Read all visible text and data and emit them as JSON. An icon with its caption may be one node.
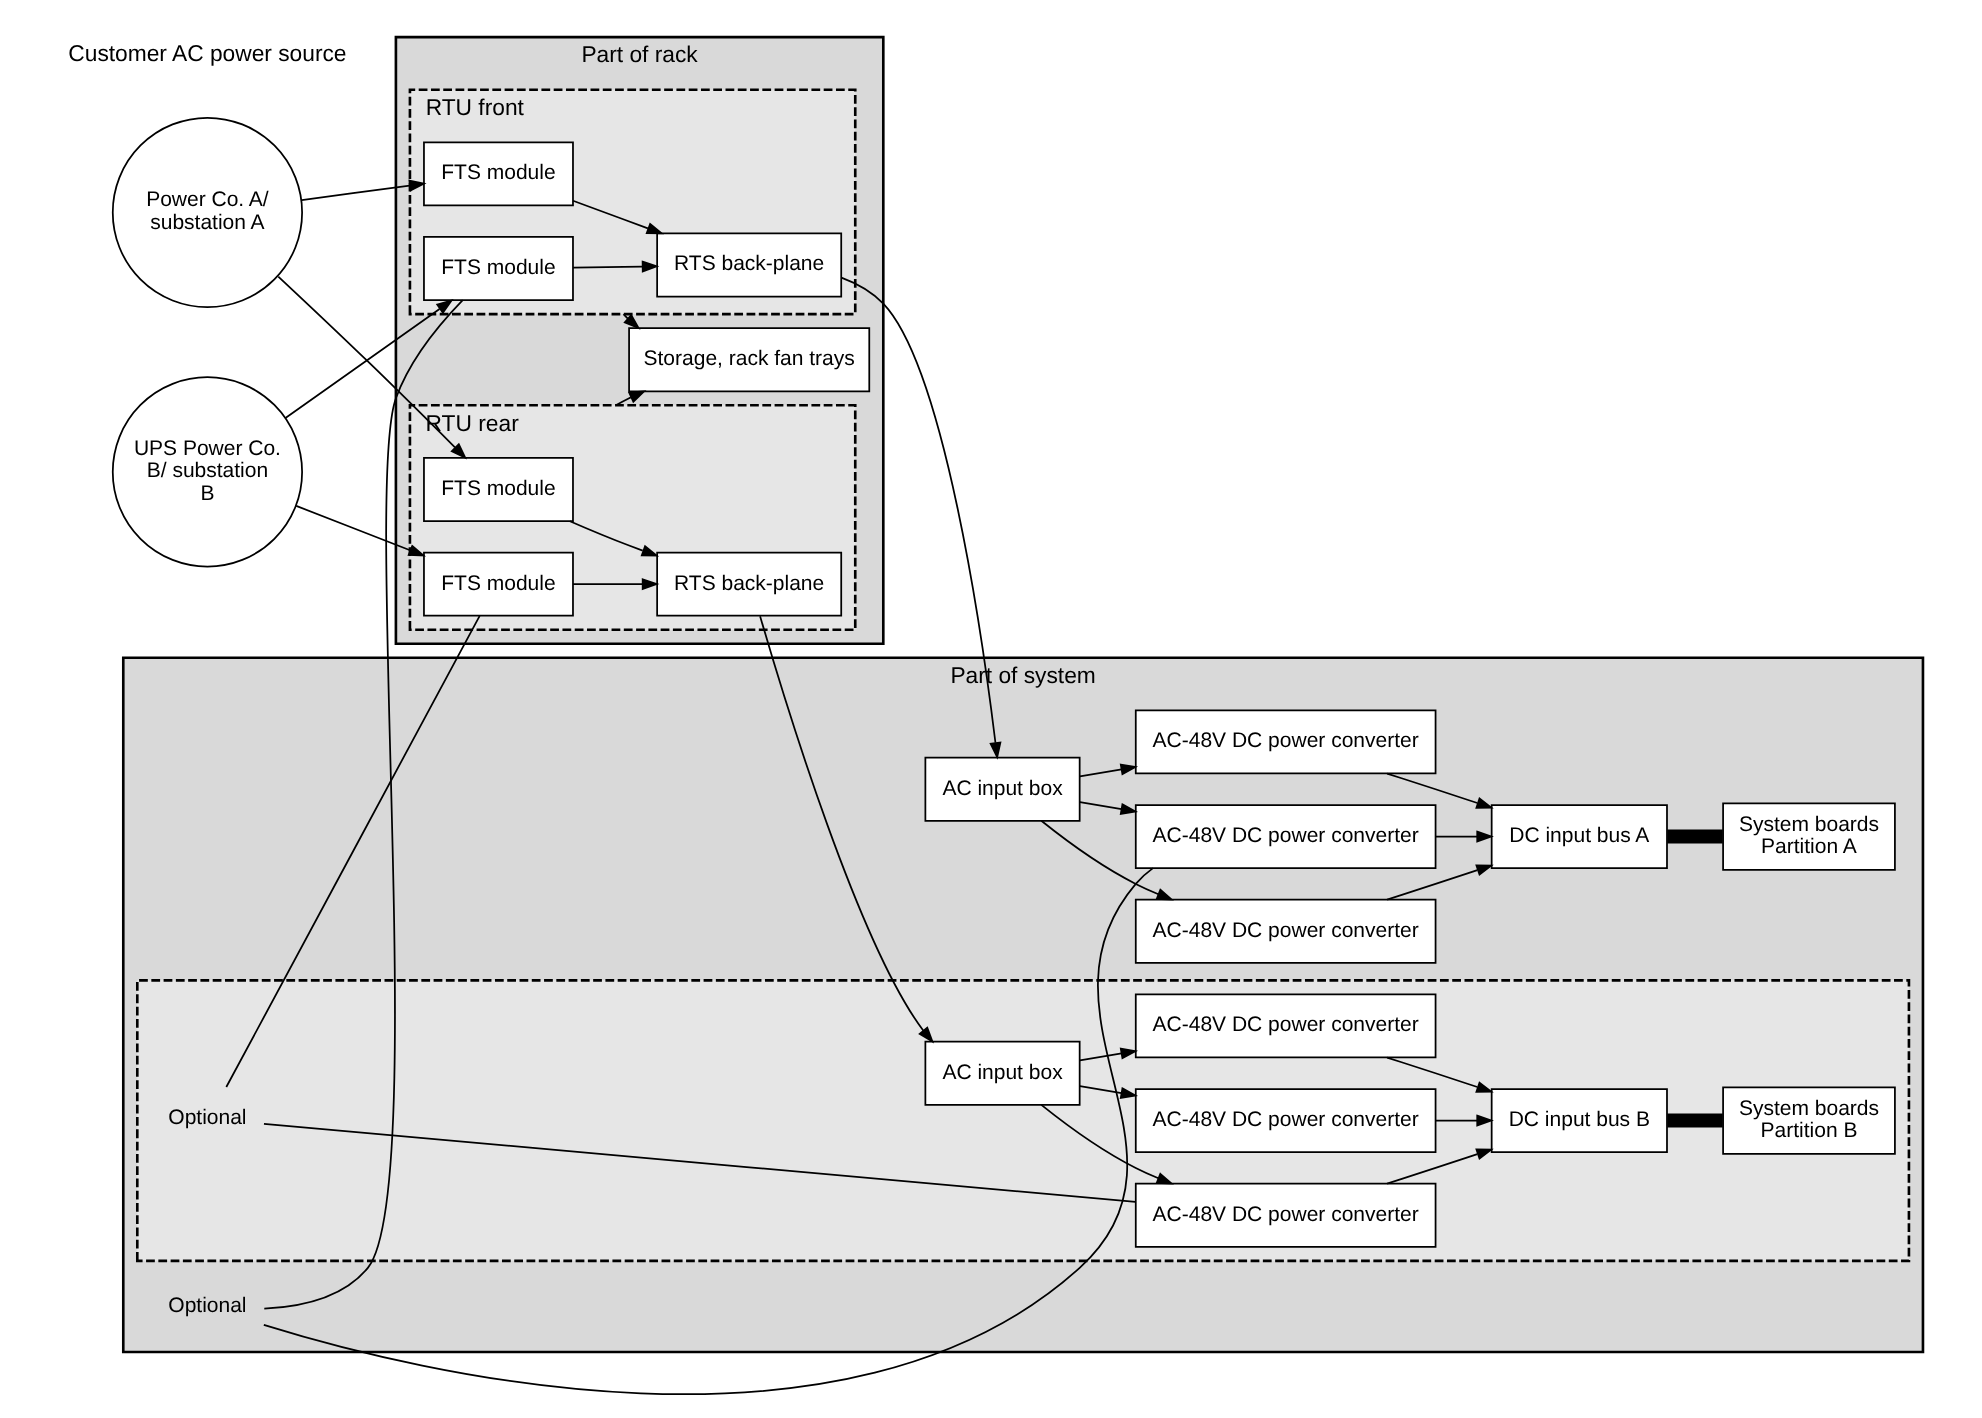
{
  "diagram": {
    "nodes": [
      {
        "text": [
          "Power Co. A/ substation A"
        ]
      },
      {
        "text": [
          "UPS Power Co. B/ substation B"
        ]
      },
      {
        "text": [
          "Part of rack"
        ]
      },
      {
        "text": [
          "RTU front"
        ],
        "in": 2
      },
      {
        "text": [
          "FTS module"
        ],
        "in": 3
      },
      {
        "text": [
          "FTS module"
        ],
        "in": 3
      },
      {
        "text": [
          "RTS back-plane"
        ],
        "in": 3
      },
      {
        "text": [
          "Storage, rack fan trays"
        ],
        "in": 2
      },
      {
        "text": [
          "RTU rear"
        ],
        "in": 2
      },
      {
        "text": [
          "FTS module"
        ],
        "in": 8
      },
      {
        "text": [
          "FTS module"
        ],
        "in": 8
      },
      {
        "text": [
          "RTS back-plane"
        ],
        "in": 8
      },
      {
        "text": [
          "Part of system"
        ]
      },
      {
        "text": [
          "AC input box"
        ],
        "in": 12
      },
      {
        "text": [
          "AC-48V DC power converter"
        ],
        "in": 12
      },
      {
        "text": [
          "AC-48V DC power converter"
        ],
        "in": 12
      },
      {
        "text": [
          "AC-48V DC power converter"
        ],
        "in": 12
      },
      {
        "text": [
          "DC input bus A"
        ],
        "in": 12
      },
      {
        "text": [
          "System boards",
          "Partition A"
        ],
        "in": 12
      },
      {
        "text": [],
        "shape": "box",
        "in": 12
      },
      {
        "text": [
          "AC input box"
        ],
        "in": 19
      },
      {
        "text": [
          "AC-48V DC power converter"
        ],
        "in": 19
      },
      {
        "text": [
          "AC-48V DC power converter"
        ],
        "in": 19
      },
      {
        "text": [
          "AC-48V DC power converter"
        ],
        "in": 19
      },
      {
        "text": [
          "DC input bus B"
        ],
        "in": 19
      },
      {
        "text": [
          "System boards",
          "Partition B"
        ],
        "in": 19
      },
      {
        "text": [
          "Optional"
        ],
        "in": 12
      },
      {
        "text": [
          "Optional"
        ],
        "in": 19
      }
    ],
    "edges": [
      {
        "from": 0,
        "to": 4,
        "arrow": "to"
      },
      {
        "from": 0,
        "to": 9,
        "arrow": "to"
      },
      {
        "from": 1,
        "to": 5,
        "arrow": "to"
      },
      {
        "from": 1,
        "to": 10,
        "arrow": "to"
      },
      {
        "from": 4,
        "to": 6,
        "arrow": "to"
      },
      {
        "from": 5,
        "to": 6,
        "arrow": "to"
      },
      {
        "from": 9,
        "to": 11,
        "arrow": "to"
      },
      {
        "from": 10,
        "to": 11,
        "arrow": "to"
      },
      {
        "from": 3,
        "to": 7,
        "arrow": "to"
      },
      {
        "from": 8,
        "to": 7,
        "arrow": "to"
      },
      {
        "from": 6,
        "to": 13,
        "arrow": "to"
      },
      {
        "from": 11,
        "to": 20,
        "arrow": "to"
      },
      {
        "from": 13,
        "to": 14,
        "arrow": "to"
      },
      {
        "from": 13,
        "to": 15,
        "arrow": "to"
      },
      {
        "from": 13,
        "to": 16,
        "arrow": "to"
      },
      {
        "from": 14,
        "to": 17,
        "arrow": "to"
      },
      {
        "from": 15,
        "to": 17,
        "arrow": "to"
      },
      {
        "from": 16,
        "to": 17,
        "arrow": "to"
      },
      {
        "from": 17,
        "to": 18,
        "arrow": "none",
        "style": "thick"
      },
      {
        "from": 20,
        "to": 21,
        "arrow": "to"
      },
      {
        "from": 20,
        "to": 22,
        "arrow": "to"
      },
      {
        "from": 20,
        "to": 23,
        "arrow": "to"
      },
      {
        "from": 21,
        "to": 24,
        "arrow": "to"
      },
      {
        "from": 22,
        "to": 24,
        "arrow": "to"
      },
      {
        "from": 23,
        "to": 24,
        "arrow": "to"
      },
      {
        "from": 24,
        "to": 25,
        "arrow": "none",
        "style": "thick"
      },
      {
        "from": 26,
        "to": 5,
        "arrow": "none"
      },
      {
        "from": 26,
        "to": 16,
        "arrow": "none"
      },
      {
        "from": 27,
        "to": 10,
        "arrow": "none"
      },
      {
        "from": 27,
        "to": 23,
        "arrow": "none"
      }
    ],
    "labels": [
      "Customer AC power source"
    ]
  }
}
